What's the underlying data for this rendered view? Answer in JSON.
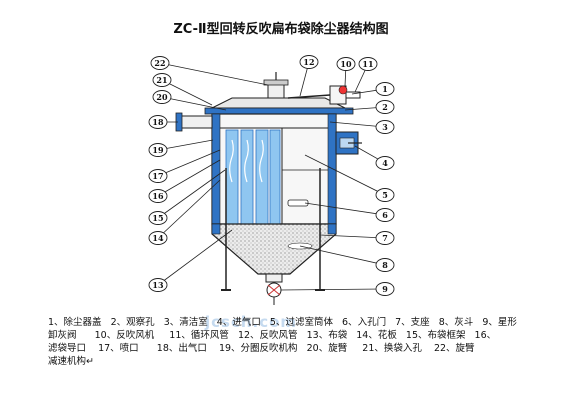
{
  "title": "ZC-Ⅱ型回转反吹扁布袋除尘器结构图",
  "watermark": "jcsch.com",
  "callouts": [
    "1",
    "2",
    "3",
    "4",
    "5",
    "6",
    "7",
    "8",
    "9",
    "10",
    "11",
    "12",
    "13",
    "14",
    "15",
    "16",
    "17",
    "18",
    "19",
    "20",
    "21",
    "22"
  ],
  "legend_lines": [
    "1、除尘器盖   2、观察孔   3、清洁室   4、进气口   5、过滤室筒体   6、入孔门   7、支座   8、灰斗   9、星形",
    "卸灰阀      10、反吹风机     11、循环风管   12、反吹风管   13、布袋   14、花板   15、布袋框架   16、",
    "滤袋导口    17、喷口      18、出气口    19、分圈反吹机构   20、旋臂     21、换袋入孔    22、旋臂",
    "减速机构↵"
  ],
  "colors": {
    "body_blue": "#2f73c4",
    "bag_blue": "#8fc6f0",
    "dust": "#d9d9d9",
    "housing": "#f2f2f2",
    "line": "#222222"
  }
}
